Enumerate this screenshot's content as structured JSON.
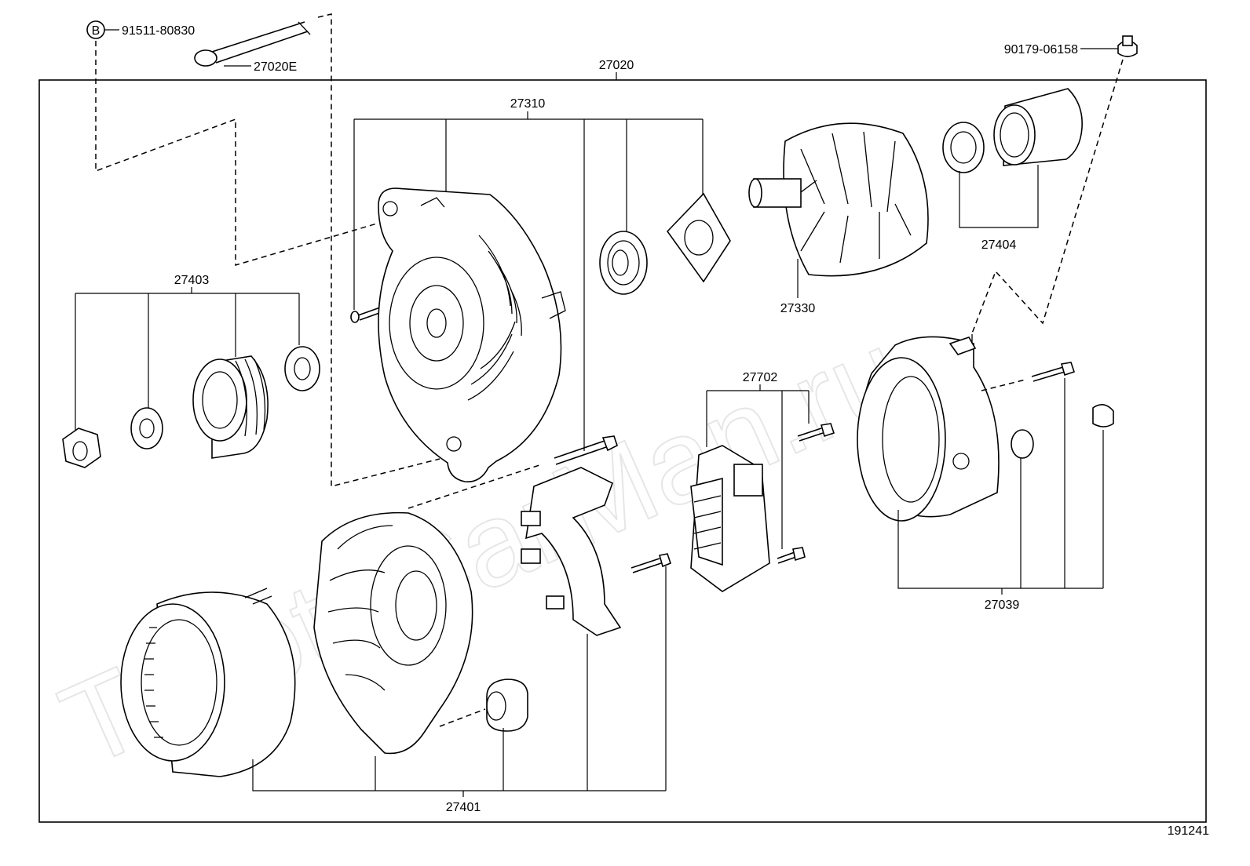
{
  "watermark": "ToyotaCarMan.ru",
  "callouts": {
    "bolt_b_circle": "B",
    "bolt_b": "91511-80830",
    "bolt_27020e": "27020E",
    "assembly": "27020",
    "cap_top_right": "90179-06158",
    "frame_27310": "27310",
    "pulley_kit": "27403",
    "rotor": "27330",
    "bearing_kit": "27404",
    "regulator": "27702",
    "rear_cover": "27039",
    "stator_kit": "27401",
    "diagram_id": "191241"
  }
}
